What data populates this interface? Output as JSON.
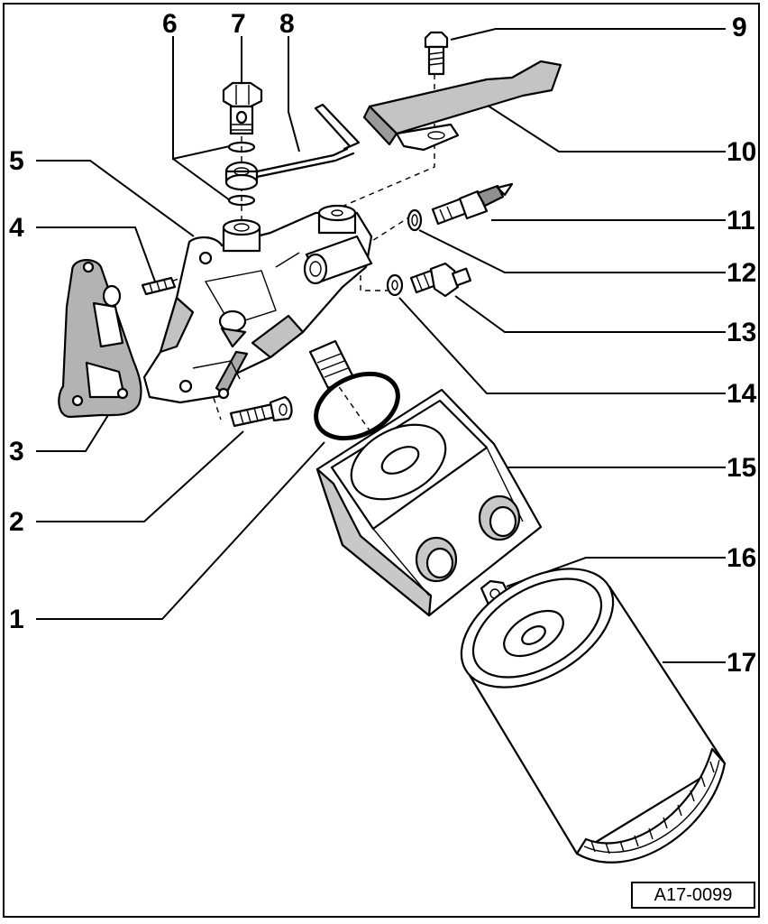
{
  "diagram": {
    "callouts": {
      "c1": "1",
      "c2": "2",
      "c3": "3",
      "c4": "4",
      "c5": "5",
      "c6": "6",
      "c7": "7",
      "c8": "8",
      "c9": "9",
      "c10": "10",
      "c11": "11",
      "c12": "12",
      "c13": "13",
      "c14": "14",
      "c15": "15",
      "c16": "16",
      "c17": "17"
    },
    "reference_code": "A17-0099"
  },
  "colors": {
    "line": "#000000",
    "part_fill": "#ffffff",
    "shade": "#b5b5b5",
    "dark_shade": "#8a8a8a"
  }
}
